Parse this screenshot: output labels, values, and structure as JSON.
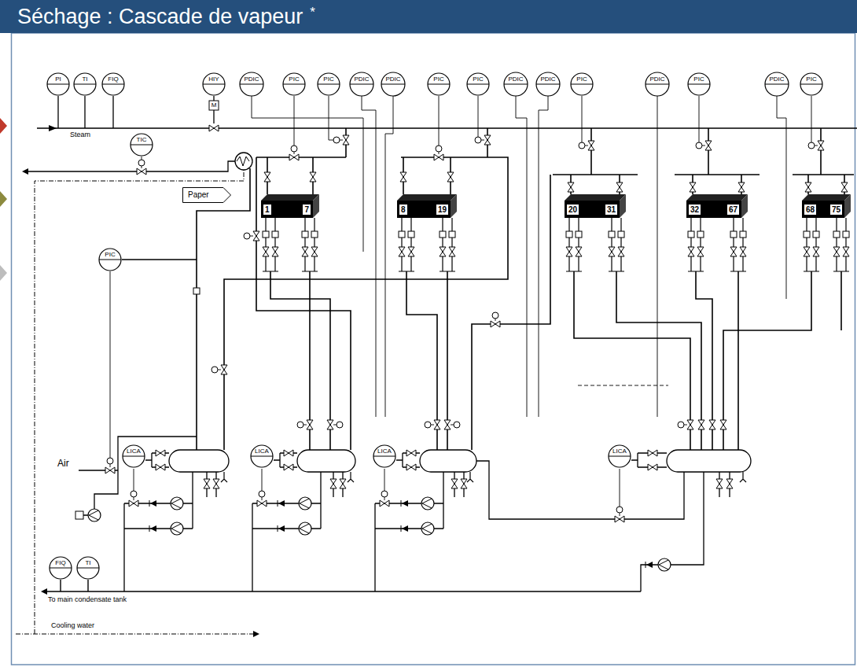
{
  "diagram": {
    "title": "Séchage : Cascade de vapeur",
    "nodes": [
      {
        "text": [
          "PI"
        ]
      },
      {
        "text": [
          "TI"
        ]
      },
      {
        "text": [
          "FIQ"
        ]
      },
      {
        "text": [
          "HIY"
        ]
      },
      {
        "text": [
          "PDIC"
        ]
      },
      {
        "text": [
          "PIC"
        ]
      },
      {
        "text": [
          "PIC"
        ]
      },
      {
        "text": [
          "PDIC"
        ]
      },
      {
        "text": [
          "PDIC"
        ]
      },
      {
        "text": [
          "PIC"
        ]
      },
      {
        "text": [
          "PIC"
        ]
      },
      {
        "text": [
          "PDIC"
        ]
      },
      {
        "text": [
          "PDIC"
        ]
      },
      {
        "text": [
          "PIC"
        ]
      },
      {
        "text": [
          "PDIC"
        ]
      },
      {
        "text": [
          "PIC"
        ]
      },
      {
        "text": [
          "PDIC"
        ]
      },
      {
        "text": [
          "PIC"
        ]
      },
      {
        "text": [
          "TIC"
        ]
      },
      {
        "text": [
          "Paper"
        ]
      },
      {
        "text": [
          "1",
          "7"
        ]
      },
      {
        "text": [
          "8",
          "19"
        ]
      },
      {
        "text": [
          "20",
          "31"
        ]
      },
      {
        "text": [
          "32",
          "67"
        ]
      },
      {
        "text": [
          "68",
          "75"
        ]
      },
      {
        "text": [
          "PIC"
        ]
      },
      {
        "text": [
          "LICA"
        ]
      },
      {
        "text": [
          "LICA"
        ]
      },
      {
        "text": [
          "LICA"
        ]
      },
      {
        "text": [
          "LICA"
        ]
      },
      {
        "text": [
          "FIQ"
        ]
      },
      {
        "text": [
          "TI"
        ]
      }
    ],
    "labels": [
      "*",
      "Steam",
      "M",
      "Air",
      "To main condensate tank",
      "Cooling water"
    ]
  }
}
